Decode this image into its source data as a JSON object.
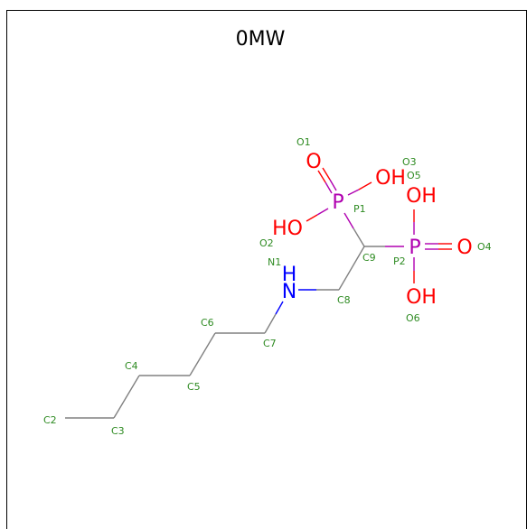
{
  "title": "0MW",
  "colors": {
    "carbon_bond": "#808080",
    "oxygen": "#ff0000",
    "phosphorus": "#b000b0",
    "nitrogen": "#0000ff",
    "atom_label": "#2e8b22"
  },
  "symbols": {
    "o1": "O",
    "oh_o3": "OH",
    "ho_o2": "HO",
    "p1": "P",
    "p2": "P",
    "oh_o5": "OH",
    "o4": "O",
    "oh_o6": "OH",
    "n1": "N",
    "h_n1": "H"
  },
  "labels": {
    "O1": "O1",
    "O3": "O3",
    "O5": "O5",
    "P1": "P1",
    "O2": "O2",
    "N1": "N1",
    "C9": "C9",
    "P2": "P2",
    "O4": "O4",
    "C8": "C8",
    "O6": "O6",
    "C6": "C6",
    "C7": "C7",
    "C4": "C4",
    "C5": "C5",
    "C2": "C2",
    "C3": "C3"
  }
}
